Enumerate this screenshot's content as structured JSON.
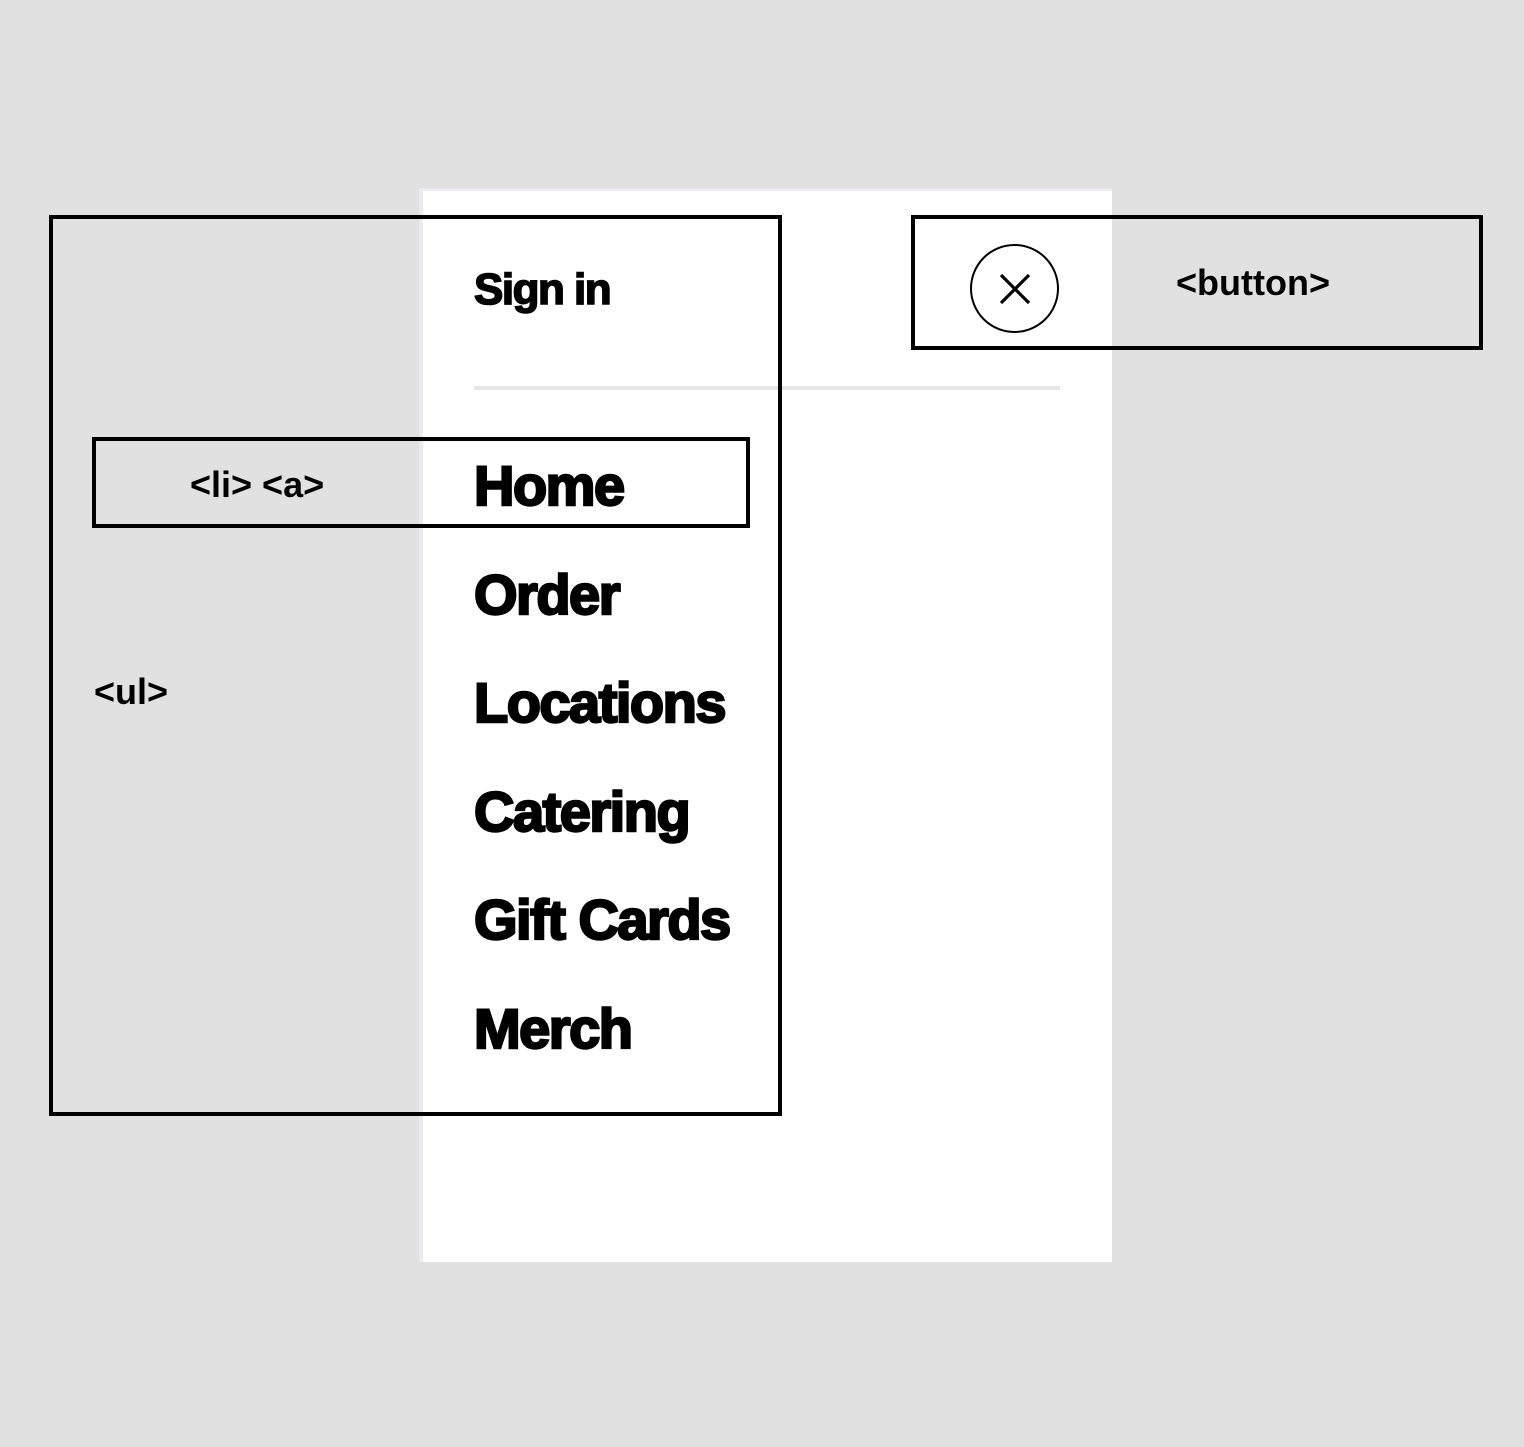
{
  "menu": {
    "sign_in_label": "Sign in",
    "close_icon": "close-icon",
    "nav_items": [
      {
        "label": "Home"
      },
      {
        "label": "Order"
      },
      {
        "label": "Locations"
      },
      {
        "label": "Catering"
      },
      {
        "label": "Gift Cards"
      },
      {
        "label": "Merch"
      }
    ]
  },
  "annotations": {
    "ul_label": "<ul>",
    "li_a_label": "<li> <a>",
    "button_label": "<button>"
  },
  "colors": {
    "background": "#e1e1e1",
    "panel": "#ffffff",
    "divider": "#e6e6e6",
    "text": "#000000"
  }
}
